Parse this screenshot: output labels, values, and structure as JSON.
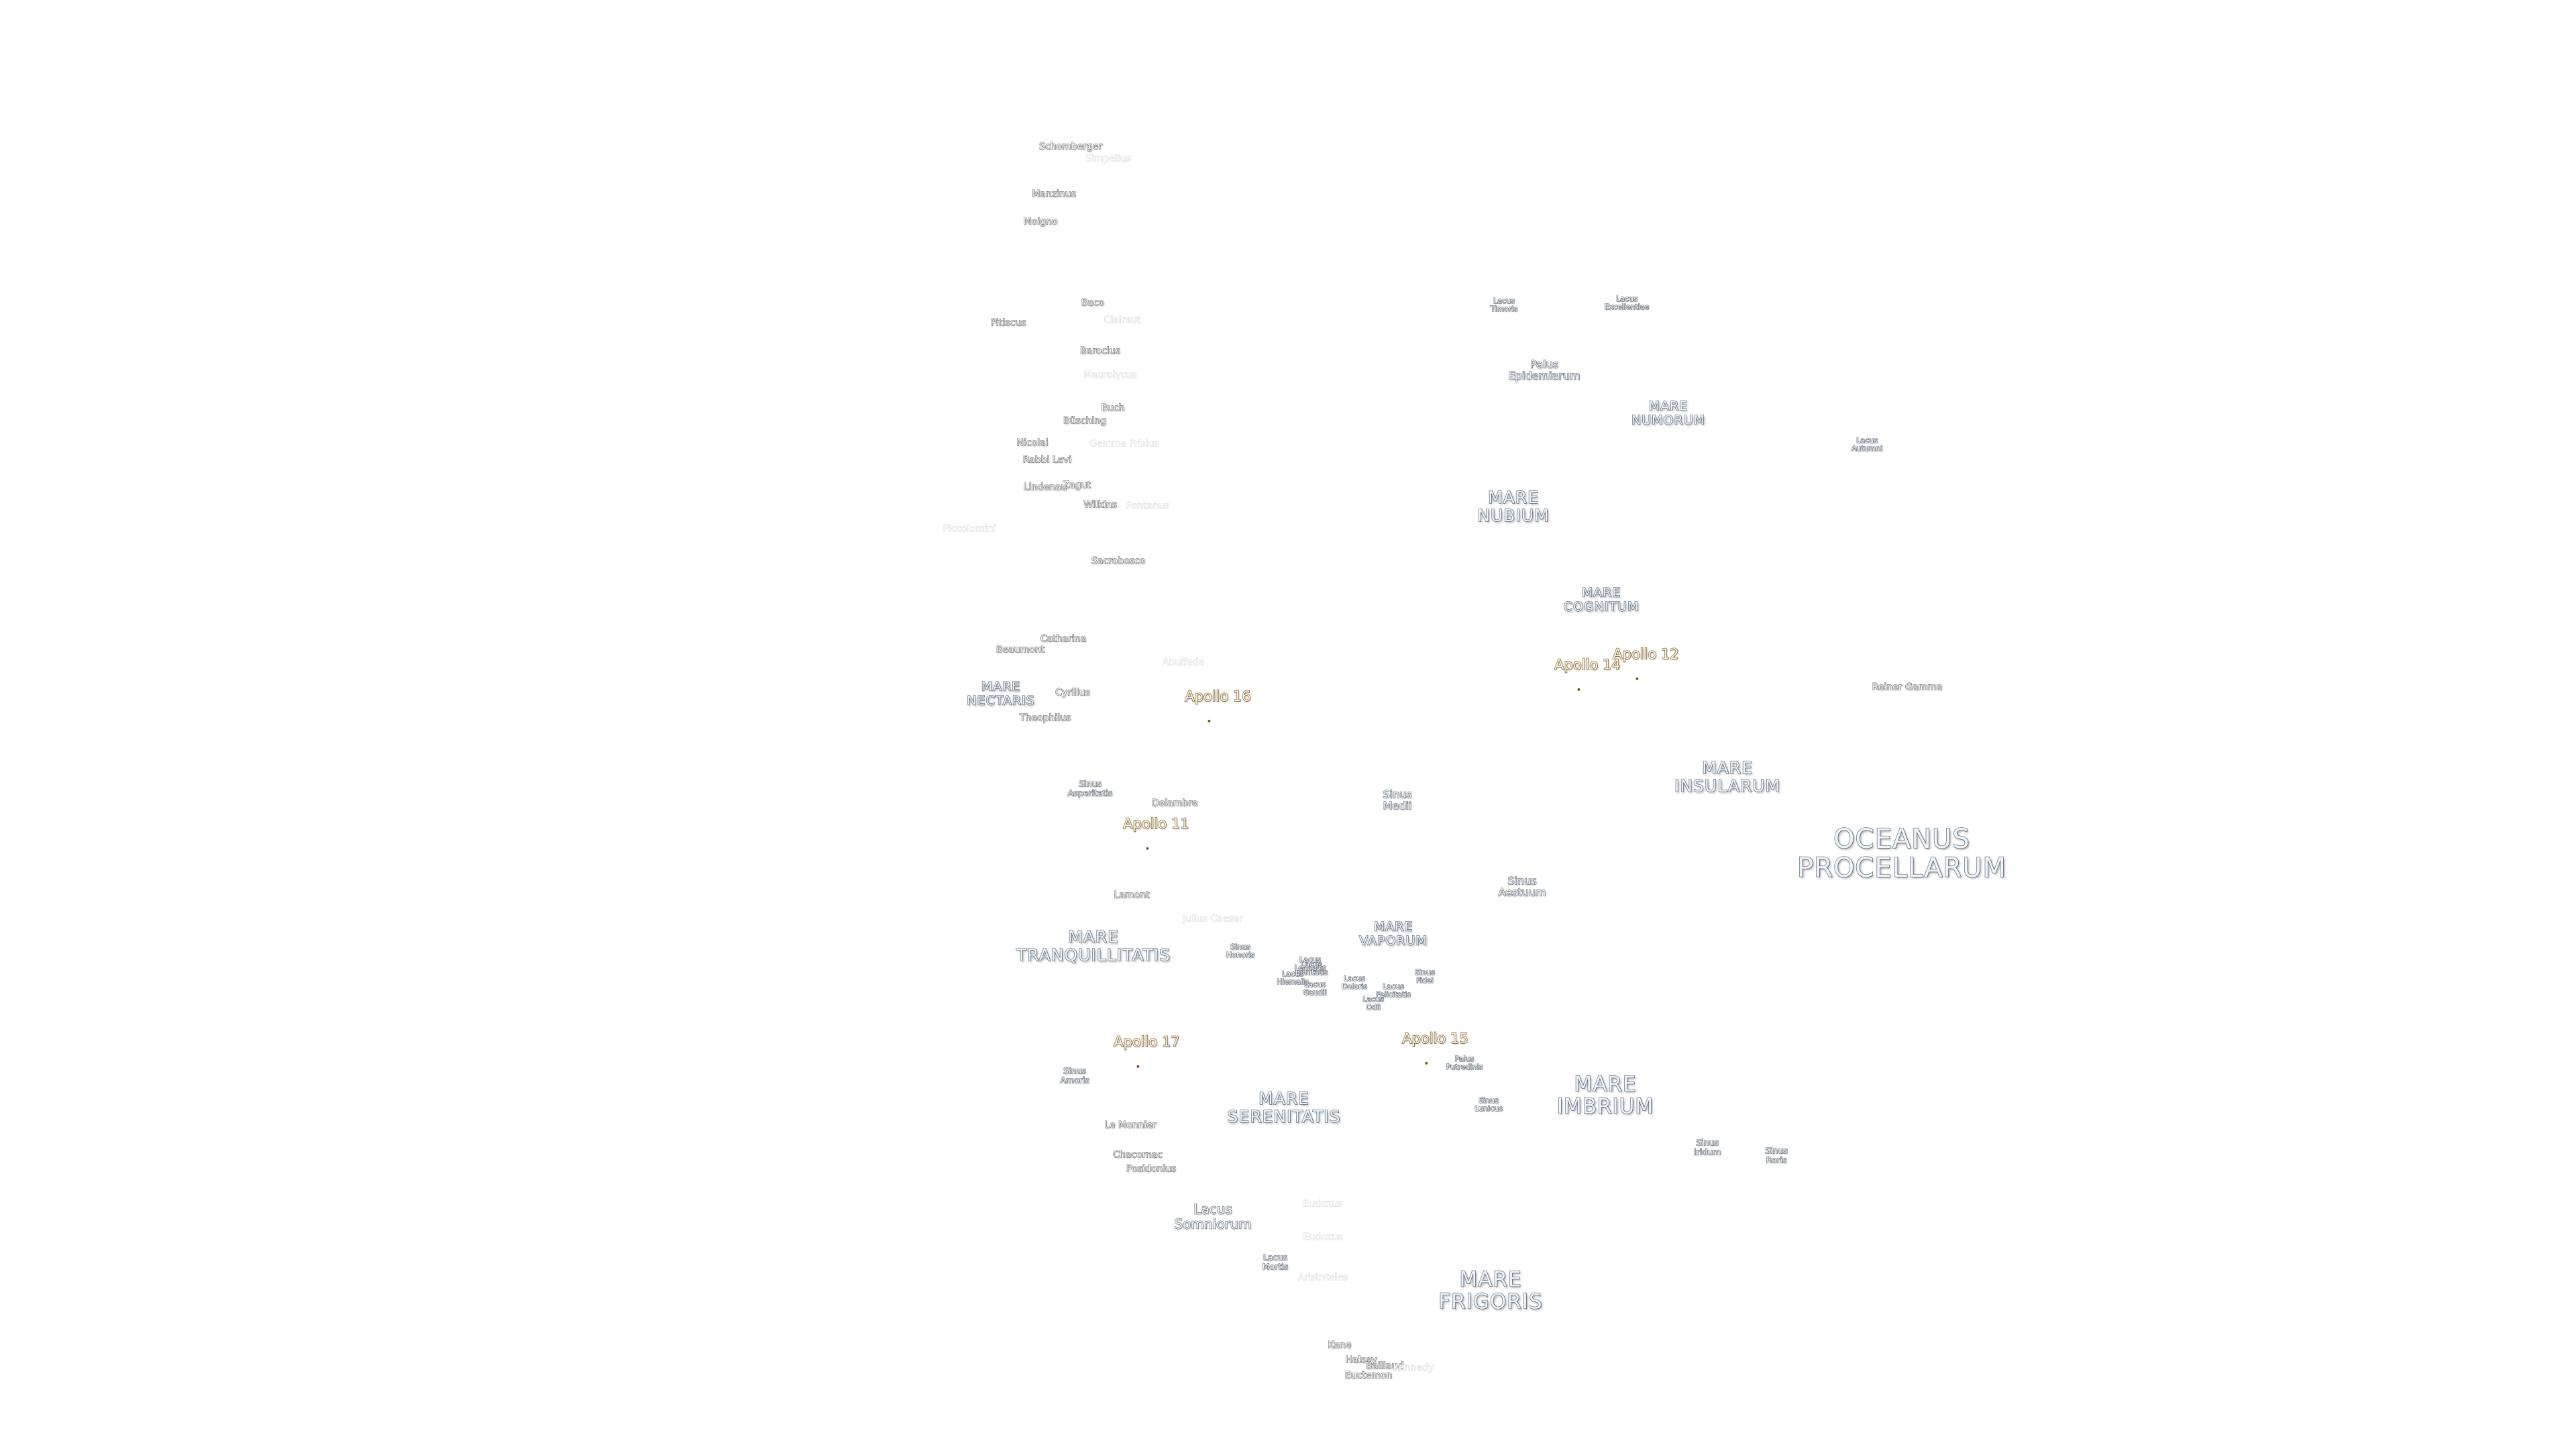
{
  "map": {
    "seas": [
      {
        "id": "oceanus-procellarum",
        "text": "OCEANUS\nPROCELLARUM"
      },
      {
        "id": "mare-imbrium",
        "text": "MARE\nIMBRIUM"
      },
      {
        "id": "mare-frigoris",
        "text": "MARE\nFRIGORIS"
      },
      {
        "id": "mare-tranquillitatis",
        "text": "MARE\nTRANQUILLITATIS"
      },
      {
        "id": "mare-serenitatis",
        "text": "MARE\nSERENITATIS"
      },
      {
        "id": "mare-nubium",
        "text": "MARE\nNUBIUM"
      },
      {
        "id": "mare-insularum",
        "text": "MARE\nINSULARUM"
      },
      {
        "id": "mare-nectaris",
        "text": "MARE\nNECTARIS"
      },
      {
        "id": "mare-numorum",
        "text": "MARE\nNUMORUM"
      },
      {
        "id": "mare-cognitum",
        "text": "MARE\nCOGNITUM"
      },
      {
        "id": "mare-vaporum",
        "text": "MARE\nVAPORUM"
      }
    ],
    "minor_features": [
      {
        "id": "lacus-somniorum",
        "text": "Lacus\nSomniorum"
      },
      {
        "id": "palus-epidemiarum",
        "text": "Palus\nEpidemiarum"
      },
      {
        "id": "sinus-aestuum",
        "text": "Sinus\nAestuum"
      },
      {
        "id": "sinus-medii",
        "text": "Sinus\nMedii"
      },
      {
        "id": "sinus-asperitatis",
        "text": "Sinus\nAsperitatis"
      },
      {
        "id": "sinus-amoris",
        "text": "Sinus\nAmoris"
      },
      {
        "id": "sinus-iridum",
        "text": "Sinus\nIridum"
      },
      {
        "id": "sinus-roris",
        "text": "Sinus\nRoris"
      },
      {
        "id": "sinus-lunicus",
        "text": "Sinus\nLunicus"
      },
      {
        "id": "sinus-honoris",
        "text": "Sinus\nHonoris"
      },
      {
        "id": "sinus-fidei",
        "text": "Sinus\nFidei"
      },
      {
        "id": "palus-putredinis",
        "text": "Palus\nPutredinis"
      },
      {
        "id": "lacus-mortis",
        "text": "Lacus\nMortis"
      },
      {
        "id": "lacus-timoris",
        "text": "Lacus\nTimoris"
      },
      {
        "id": "lacus-excellentiae",
        "text": "Lacus\nExcellentiae"
      },
      {
        "id": "lacus-autumni",
        "text": "Lacus\nAutumni"
      },
      {
        "id": "lacus-lenitatis",
        "text": "Lacus\nLenitatis"
      },
      {
        "id": "lacus-hiemalis",
        "text": "Lacus\nHiemalis"
      },
      {
        "id": "lacus-doloris",
        "text": "Lacus\nDoloris"
      },
      {
        "id": "lacus-gaudii",
        "text": "Lacus\nGaudii"
      },
      {
        "id": "lacus-odii",
        "text": "Lacus\nOdii"
      },
      {
        "id": "lacus-felicitatis",
        "text": "Lacus\nFelicitatis"
      },
      {
        "id": "lacus-bonitatis",
        "text": "Lacus\nBonitatis"
      }
    ],
    "craters": [
      {
        "id": "schomberger",
        "text": "Schomberger"
      },
      {
        "id": "simpelius",
        "text": "Simpelius",
        "faint": true
      },
      {
        "id": "manzinus",
        "text": "Manzinus"
      },
      {
        "id": "moigno",
        "text": "Moigno"
      },
      {
        "id": "baco",
        "text": "Baco"
      },
      {
        "id": "pitiscus",
        "text": "Pitiscus"
      },
      {
        "id": "clairaut",
        "text": "Clairaut",
        "faint": true
      },
      {
        "id": "barocius",
        "text": "Barocius"
      },
      {
        "id": "maurolycus",
        "text": "Maurolycus",
        "faint": true
      },
      {
        "id": "buch",
        "text": "Buch"
      },
      {
        "id": "busching",
        "text": "Büsching"
      },
      {
        "id": "nicolai",
        "text": "Nicolai"
      },
      {
        "id": "gemma-frisius",
        "text": "Gemma Frisius",
        "faint": true
      },
      {
        "id": "rabbi-levi",
        "text": "Rabbi Levi"
      },
      {
        "id": "lindenau",
        "text": "Lindenau"
      },
      {
        "id": "zagut",
        "text": "Zagut"
      },
      {
        "id": "wilkins",
        "text": "Wilkins"
      },
      {
        "id": "pontanus",
        "text": "Pontanus",
        "faint": true
      },
      {
        "id": "piccolomini",
        "text": "Piccolomini",
        "faint": true
      },
      {
        "id": "sacrobosco",
        "text": "Sacrobosco"
      },
      {
        "id": "catharina",
        "text": "Catharina"
      },
      {
        "id": "beaumont",
        "text": "Beaumont"
      },
      {
        "id": "abulfeda",
        "text": "Abulfeda",
        "faint": true
      },
      {
        "id": "cyrillus",
        "text": "Cyrillus"
      },
      {
        "id": "theophilus",
        "text": "Theophilus"
      },
      {
        "id": "reiner-gamma",
        "text": "Reiner Gamma"
      },
      {
        "id": "delambre",
        "text": "Delambre"
      },
      {
        "id": "lamont",
        "text": "Lamont"
      },
      {
        "id": "julius-caesar",
        "text": "Julius Caesar",
        "faint": true
      },
      {
        "id": "le-monnier",
        "text": "Le Monnier"
      },
      {
        "id": "chacornac",
        "text": "Chacornac"
      },
      {
        "id": "posidonius",
        "text": "Posidonius"
      },
      {
        "id": "eudoxus-top",
        "text": "Eudoxus",
        "faint": true
      },
      {
        "id": "eudoxus",
        "text": "Eudoxus"
      },
      {
        "id": "aristoteles",
        "text": "Aristoteles"
      },
      {
        "id": "kane",
        "text": "Kane"
      },
      {
        "id": "halsey",
        "text": "Halsey"
      },
      {
        "id": "euctemon",
        "text": "Euctemon"
      },
      {
        "id": "baillaud",
        "text": "Baillaud"
      },
      {
        "id": "kennedy",
        "text": "Kennedy",
        "faint": true
      }
    ],
    "apollo_sites": [
      {
        "id": "apollo-11",
        "text": "Apollo 11"
      },
      {
        "id": "apollo-12",
        "text": "Apollo 12"
      },
      {
        "id": "apollo-14",
        "text": "Apollo 14"
      },
      {
        "id": "apollo-15",
        "text": "Apollo 15"
      },
      {
        "id": "apollo-16",
        "text": "Apollo 16"
      },
      {
        "id": "apollo-17",
        "text": "Apollo 17"
      }
    ]
  }
}
